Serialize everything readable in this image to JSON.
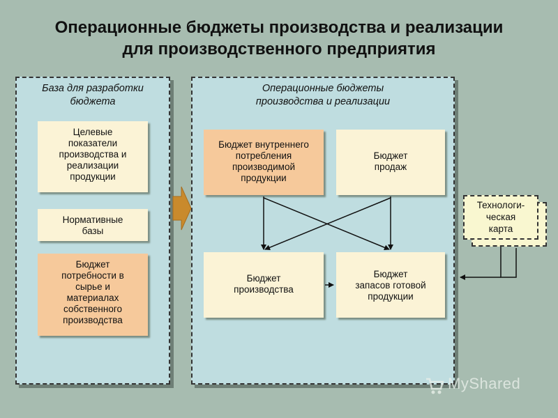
{
  "title_line1": "Операционные бюджеты производства и реализации",
  "title_line2": "для производственного предприятия",
  "left_panel": {
    "heading": [
      "База для разработки",
      "бюджета"
    ],
    "boxes": [
      {
        "lines": [
          "Целевые",
          "показатели",
          "производства и",
          "реализации",
          "продукции"
        ]
      },
      {
        "lines": [
          "Нормативные",
          "базы"
        ]
      },
      {
        "lines": [
          "Бюджет",
          "потребности в",
          "сырье и",
          "материалах",
          "собственного",
          "производства"
        ]
      }
    ]
  },
  "right_panel": {
    "heading": [
      "Операционные бюджеты",
      "производства и реализации"
    ],
    "boxes": [
      {
        "lines": [
          "Бюджет внутреннего",
          "потребления",
          "производимой",
          "продукции"
        ]
      },
      {
        "lines": [
          "Бюджет",
          "продаж"
        ]
      },
      {
        "lines": [
          "Бюджет",
          "производства"
        ]
      },
      {
        "lines": [
          "Бюджет",
          "запасов готовой",
          "продукции"
        ]
      }
    ]
  },
  "tech_card": {
    "lines": [
      "Технологи-",
      "ческая",
      "карта"
    ]
  },
  "watermark": "MyShared"
}
